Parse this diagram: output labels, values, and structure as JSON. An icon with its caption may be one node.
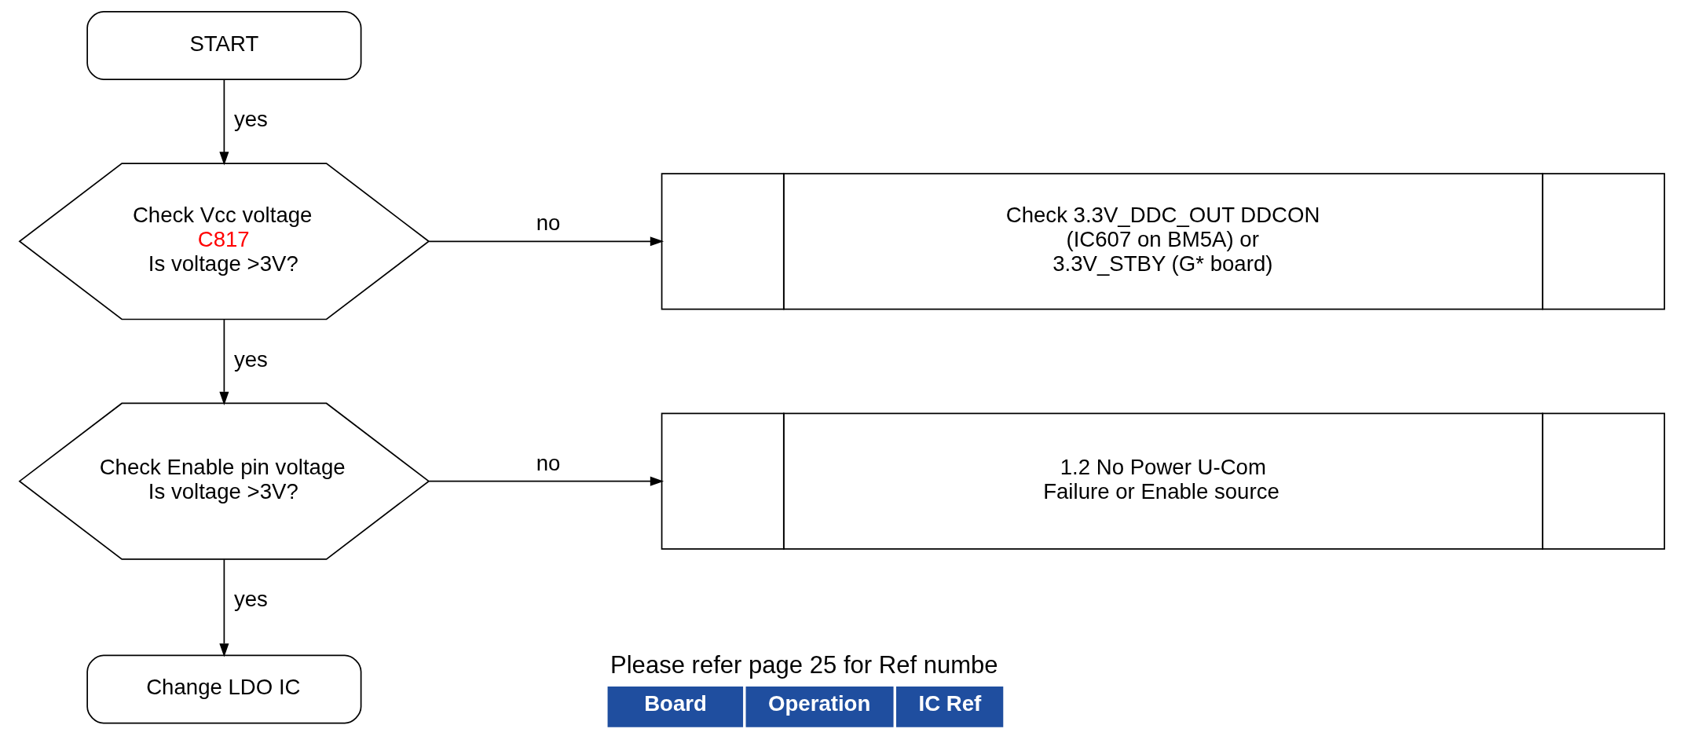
{
  "diagram": {
    "nodes": [
      {
        "text": [
          "START"
        ]
      },
      {
        "text": [
          "Check Vcc voltage",
          "C817",
          "Is voltage >3V?"
        ]
      },
      {
        "text": [
          "Check 3.3V_DDC_OUT DDCON (IC607 on BM5A) or 3.3V_STBY (G* board)"
        ]
      },
      {
        "text": [
          "Check Enable pin voltage",
          "Is voltage >3V?"
        ]
      },
      {
        "text": [
          "1.2 No Power U-Com Failure or Enable source"
        ]
      },
      {
        "text": [
          "Change LDO IC"
        ]
      }
    ],
    "edges": [
      {
        "from": 0,
        "to": 1,
        "arrow": "to",
        "label": "yes"
      },
      {
        "from": 1,
        "to": 2,
        "arrow": "to",
        "label": "no"
      },
      {
        "from": 1,
        "to": 3,
        "arrow": "to",
        "label": "yes"
      },
      {
        "from": 3,
        "to": 4,
        "arrow": "to",
        "label": "no"
      },
      {
        "from": 3,
        "to": 5,
        "arrow": "to",
        "label": "yes"
      }
    ],
    "labels": [
      "Please refer page 25 for Ref numbe",
      "Board",
      "Operation",
      "IC Ref"
    ]
  }
}
